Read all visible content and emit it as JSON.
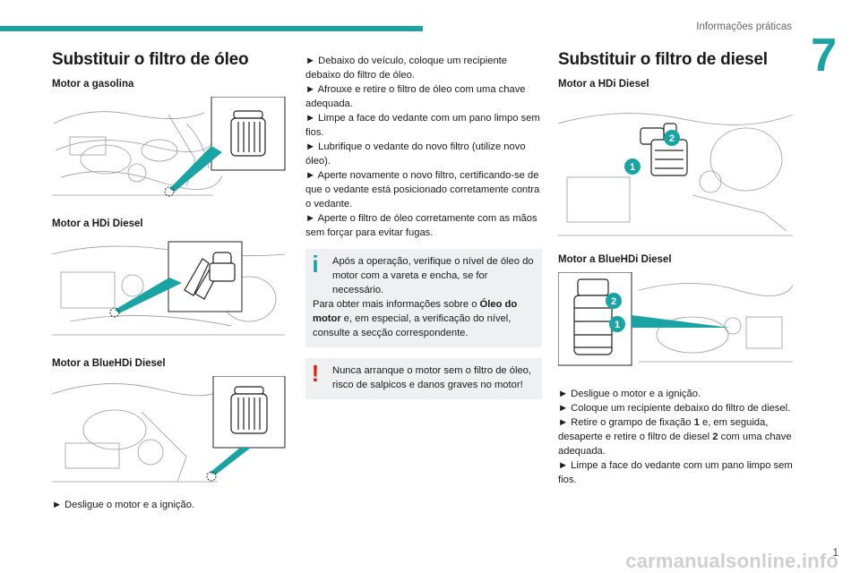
{
  "header": {
    "section": "Informações práticas",
    "chapter_number": "7"
  },
  "left": {
    "title": "Substituir o filtro de óleo",
    "engine_1": "Motor a gasolina",
    "engine_2": "Motor a HDi Diesel",
    "engine_3": "Motor a BlueHDi Diesel",
    "step_1": "► Desligue o motor e a ignição."
  },
  "middle": {
    "steps": [
      "► Debaixo do veículo, coloque um recipiente debaixo do filtro de óleo.",
      "► Afrouxe e retire o filtro de óleo com uma chave adequada.",
      "► Limpe a face do vedante com um pano limpo sem fios.",
      "► Lubrifique o vedante do novo filtro (utilize novo óleo).",
      "► Aperte novamente o novo filtro, certificando-se de que o vedante está posicionado corretamente contra o vedante.",
      "► Aperte o filtro de óleo corretamente com as mãos sem forçar para evitar fugas."
    ],
    "info": {
      "line_1": "Após a operação, verifique o nível de óleo do motor com a vareta e encha, se for necessário.",
      "line_2_pre": "Para obter mais informações sobre o ",
      "line_2_bold": "Óleo do motor",
      "line_2_post": " e, em especial, a verificação do nível, consulte a secção correspondente."
    },
    "warning": "Nunca arranque o motor sem o filtro de óleo, risco de salpicos e danos graves no motor!"
  },
  "right": {
    "title": "Substituir o filtro de diesel",
    "engine_1": "Motor a HDi Diesel",
    "engine_2": "Motor a BlueHDi Diesel",
    "callout_1": "1",
    "callout_2": "2",
    "step_1": "► Desligue o motor e a ignição.",
    "step_2": "► Coloque um recipiente debaixo do filtro de diesel.",
    "step_3_pre": "► Retire o grampo de fixação ",
    "step_3_b1": "1",
    "step_3_mid": " e, em seguida, desaperte e retire o filtro de diesel ",
    "step_3_b2": "2",
    "step_3_post": " com uma chave adequada.",
    "step_4": "► Limpe a face do vedante com um pano limpo sem fios."
  },
  "footer": {
    "page_number": "1",
    "watermark": "carmanualsonline.info"
  },
  "colors": {
    "accent": "#1aa3a3",
    "warning": "#e2231a",
    "box_bg": "#eef0f1"
  },
  "icons": [
    "info-icon",
    "warning-icon",
    "callout-1-icon",
    "callout-2-icon"
  ]
}
